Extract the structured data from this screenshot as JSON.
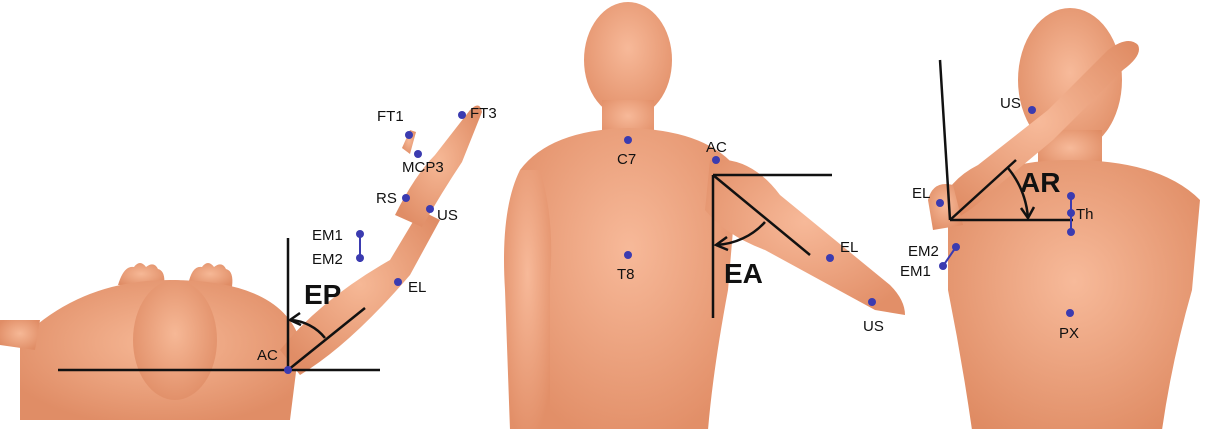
{
  "colors": {
    "skin": "#f2a380",
    "skin_shadow": "#d9825c",
    "marker": "#3b3bb0",
    "line": "#111111"
  },
  "panels": [
    {
      "view": "top",
      "markers": [
        "FT1",
        "FT3",
        "MCP3",
        "RS",
        "US",
        "EM1",
        "EM2",
        "EL",
        "AC"
      ],
      "angle": "EP"
    },
    {
      "view": "back",
      "markers": [
        "C7",
        "AC",
        "T8",
        "EL",
        "US"
      ],
      "angle": "EA"
    },
    {
      "view": "front",
      "markers": [
        "US",
        "EL",
        "Th",
        "EM2",
        "EM1",
        "PX"
      ],
      "angle": "AR"
    }
  ]
}
